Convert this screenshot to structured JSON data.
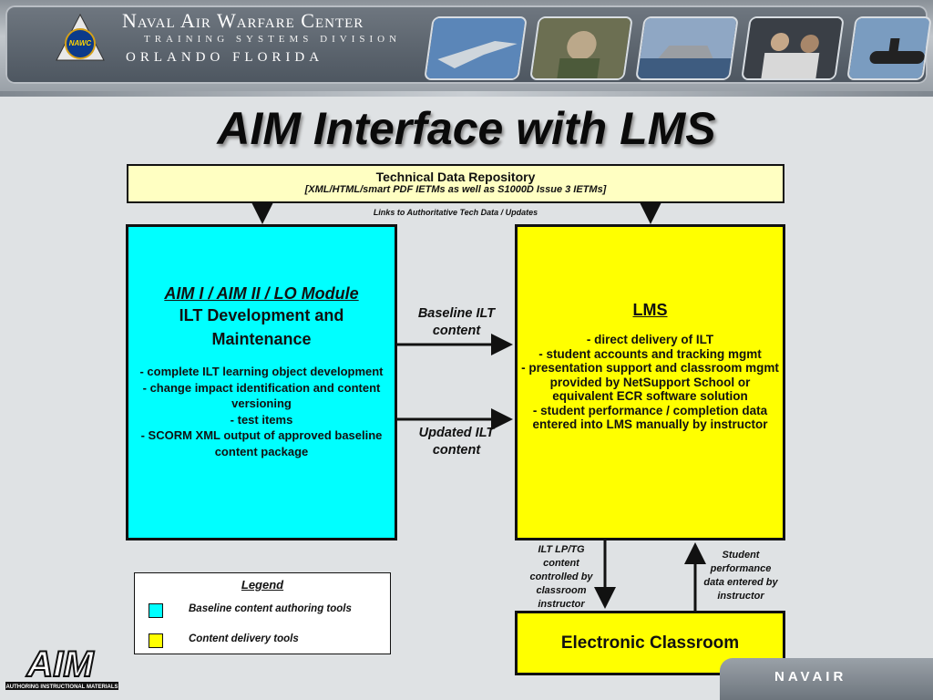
{
  "header": {
    "org_line1": "Naval Air Warfare Center",
    "org_line2": "TRAINING SYSTEMS DIVISION",
    "org_line3": "ORLANDO FLORIDA",
    "logo_text": "NAWC"
  },
  "title": "AIM Interface with LMS",
  "repository": {
    "title": "Technical Data Repository",
    "subtitle": "[XML/HTML/smart PDF IETMs as well as S1000D Issue 3 IETMs]",
    "links_note": "Links to Authoritative Tech Data / Updates"
  },
  "aim_box": {
    "heading": "AIM I / AIM II / LO Module",
    "subheading": "ILT Development and Maintenance",
    "items": [
      "-  complete ILT learning object development",
      "-  change impact identification and content versioning",
      "-  test items",
      "-  SCORM XML output of approved baseline content package"
    ],
    "color": "#00ffff"
  },
  "lms_box": {
    "heading": "LMS",
    "items": [
      "- direct delivery of ILT",
      "- student accounts and tracking mgmt",
      "-  presentation support and classroom mgmt provided by NetSupport School or equivalent ECR software solution",
      "-  student performance / completion data entered into LMS manually by instructor"
    ],
    "color": "#ffff00"
  },
  "flows": {
    "baseline": "Baseline ILT content",
    "updated": "Updated ILT content",
    "ilt_lp": "ILT LP/TG content controlled by classroom instructor",
    "student_perf": "Student performance data entered by instructor"
  },
  "classroom": {
    "label": "Electronic Classroom"
  },
  "legend": {
    "title": "Legend",
    "entries": [
      {
        "label": "Baseline content authoring tools",
        "color": "#00ffff"
      },
      {
        "label": "Content delivery tools",
        "color": "#ffff00"
      }
    ]
  },
  "footer": {
    "aim_logo_text": "AIM",
    "aim_logo_sub": "AUTHORING INSTRUCTIONAL MATERIALS",
    "navair": "NAVAIR"
  }
}
